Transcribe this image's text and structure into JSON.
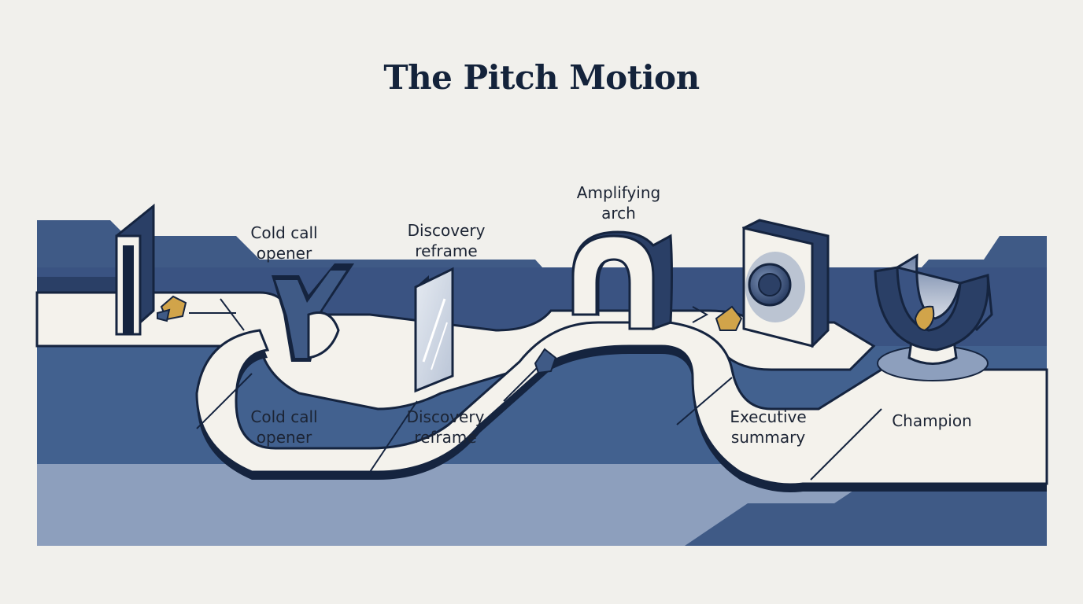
{
  "title": "The Pitch Motion",
  "colors": {
    "background": "#f1f0ec",
    "navy": "#15243f",
    "slate_blue": "#3f5a86",
    "light_slate": "#8d9fbd",
    "path": "#f4f2ec",
    "amber": "#d1a44a"
  },
  "upper_labels": {
    "cold_call": "Cold call\nopener",
    "discovery": "Discovery\nreframe",
    "amplifying": "Amplifying\narch"
  },
  "path_labels": {
    "cold_call": "Cold call\nopener",
    "discovery": "Discovery\nreframe",
    "executive": "Executive\nsummary",
    "champion": "Champion"
  },
  "icons": [
    "doorway-icon",
    "funnel-icon",
    "glass-pane-icon",
    "arch-icon",
    "lens-icon",
    "cup-icon",
    "gem-icon"
  ]
}
